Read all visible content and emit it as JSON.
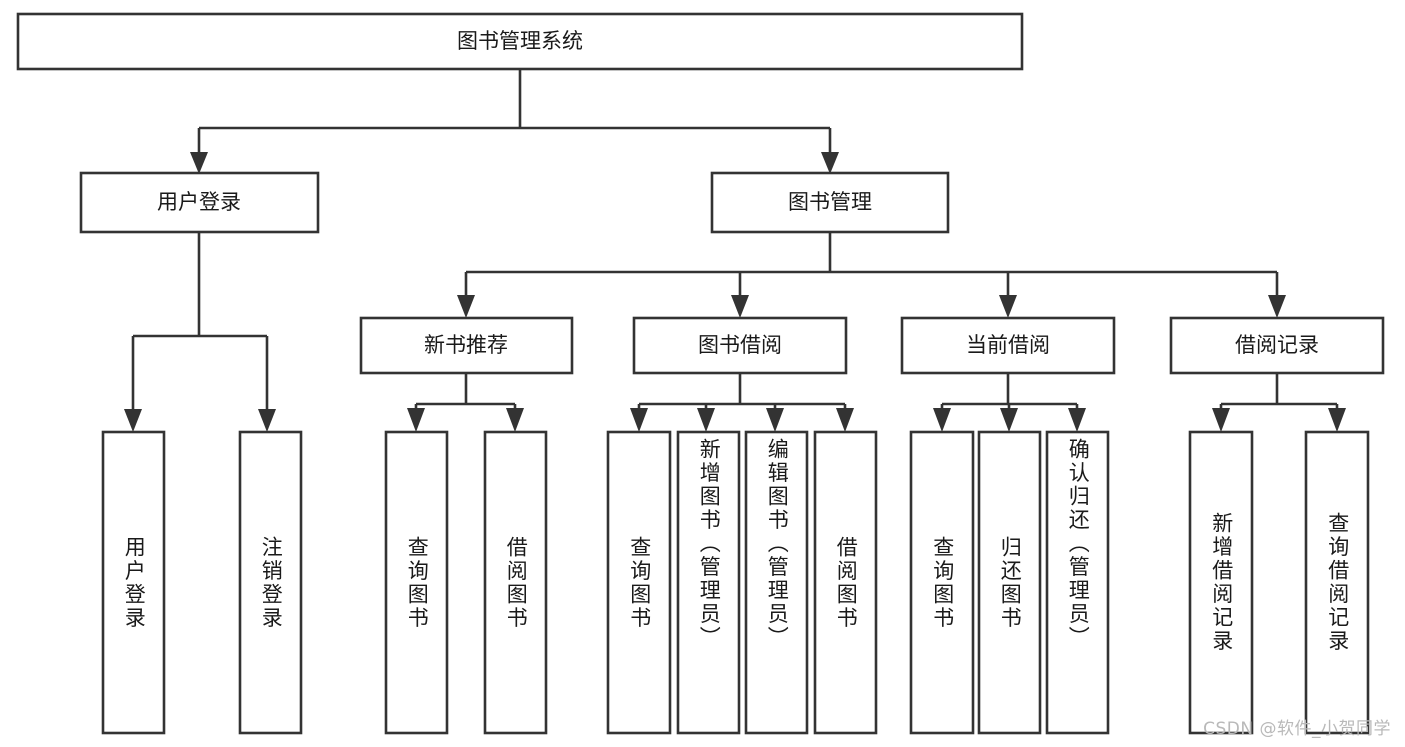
{
  "diagram": {
    "title": "图书管理系统",
    "type": "hierarchy-tree",
    "background_color": "#ffffff",
    "line_color": "#333333",
    "text_color": "#1a1a1a",
    "box_fill": "#ffffff"
  },
  "root": {
    "label": "图书管理系统",
    "orientation": "horizontal"
  },
  "level2": [
    {
      "label": "用户登录",
      "orientation": "horizontal"
    },
    {
      "label": "图书管理",
      "orientation": "horizontal"
    }
  ],
  "level3": [
    {
      "label": "新书推荐",
      "orientation": "horizontal"
    },
    {
      "label": "图书借阅",
      "orientation": "horizontal"
    },
    {
      "label": "当前借阅",
      "orientation": "horizontal"
    },
    {
      "label": "借阅记录",
      "orientation": "horizontal"
    }
  ],
  "leaves": {
    "user_login": [
      {
        "label": "用户登录",
        "orientation": "vertical"
      },
      {
        "label": "注销登录",
        "orientation": "vertical"
      }
    ],
    "new_book_recommend": [
      {
        "label": "查询图书",
        "orientation": "vertical"
      },
      {
        "label": "借阅图书",
        "orientation": "vertical"
      }
    ],
    "book_borrow": [
      {
        "label": "查询图书",
        "orientation": "vertical"
      },
      {
        "label": "新增图书（管理员）",
        "orientation": "vertical"
      },
      {
        "label": "编辑图书（管理员）",
        "orientation": "vertical"
      },
      {
        "label": "借阅图书",
        "orientation": "vertical"
      }
    ],
    "current_borrow": [
      {
        "label": "查询图书",
        "orientation": "vertical"
      },
      {
        "label": "归还图书",
        "orientation": "vertical"
      },
      {
        "label": "确认归还（管理员）",
        "orientation": "vertical"
      }
    ],
    "borrow_record": [
      {
        "label": "新增借阅记录",
        "orientation": "vertical"
      },
      {
        "label": "查询借阅记录",
        "orientation": "vertical"
      }
    ]
  },
  "watermark": {
    "text": "CSDN @软件_小贺同学",
    "color": "#b9b9b9"
  }
}
